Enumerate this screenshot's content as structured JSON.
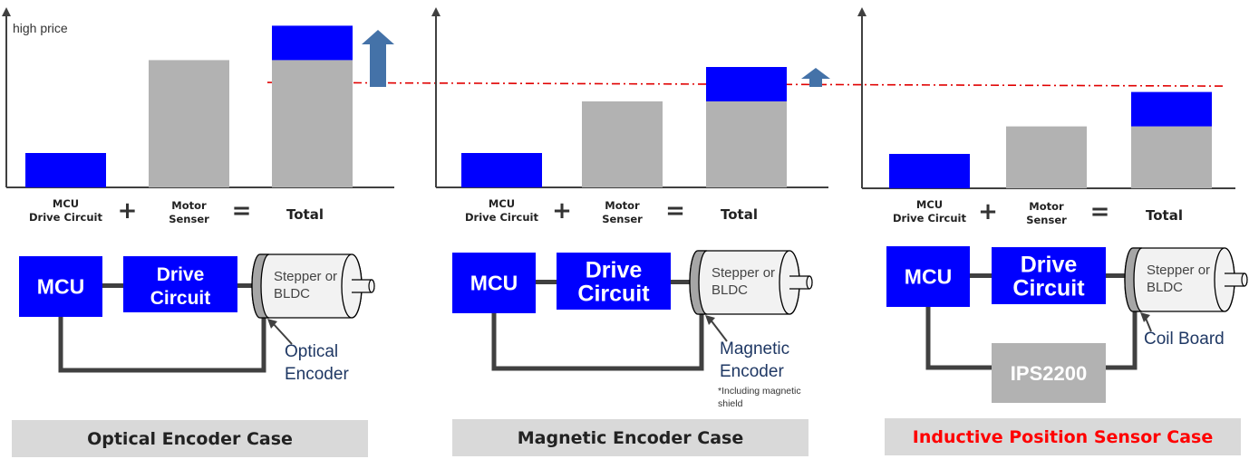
{
  "colors": {
    "mcu_drive": "#0000ff",
    "motor_sensor": "#b2b2b2",
    "axis": "#404040",
    "reference_line": "#e00000",
    "arrow": "#4472a8",
    "wire": "#404040",
    "case_band": "#d9d9d9",
    "case_text": "#222222",
    "highlight_case_text": "#ff0000",
    "encoder_text": "#1f3864"
  },
  "chart_data": [
    {
      "type": "bar",
      "stacked_total": true,
      "title": "Optical Encoder Case",
      "y_axis_label": "high price",
      "categories": [
        "MCU\nDrive Circuit",
        "Motor\nSenser",
        "Total"
      ],
      "operators": [
        "+",
        "="
      ],
      "series": [
        {
          "name": "MCU / Drive Circuit",
          "values": [
            1.0,
            0,
            1.0
          ]
        },
        {
          "name": "Motor + Sensor",
          "values": [
            0,
            3.7,
            3.7
          ]
        }
      ],
      "ylim": [
        0,
        5.4
      ],
      "reference_line": 3.05,
      "cost_change": "increase-large"
    },
    {
      "type": "bar",
      "stacked_total": true,
      "title": "Magnetic Encoder Case",
      "y_axis_label": "",
      "categories": [
        "MCU\nDrive Circuit",
        "Motor\nSenser",
        "Total"
      ],
      "operators": [
        "+",
        "="
      ],
      "series": [
        {
          "name": "MCU / Drive Circuit",
          "values": [
            1.0,
            0,
            1.0
          ]
        },
        {
          "name": "Motor + Sensor",
          "values": [
            0,
            2.5,
            2.5
          ]
        }
      ],
      "ylim": [
        0,
        5.4
      ],
      "reference_line": 3.05,
      "cost_change": "increase-small"
    },
    {
      "type": "bar",
      "stacked_total": true,
      "title": "Inductive Position Sensor Case",
      "y_axis_label": "",
      "categories": [
        "MCU\nDrive Circuit",
        "Motor\nSenser",
        "Total"
      ],
      "operators": [
        "+",
        "="
      ],
      "series": [
        {
          "name": "MCU / Drive Circuit",
          "values": [
            1.0,
            0,
            1.0
          ]
        },
        {
          "name": "Motor + Sensor",
          "values": [
            0,
            1.8,
            1.8
          ]
        }
      ],
      "ylim": [
        0,
        5.4
      ],
      "reference_line": 3.05,
      "cost_change": "decrease"
    }
  ],
  "panels": [
    {
      "chart": {
        "y_label": "high price",
        "cat1_line1": "MCU",
        "cat1_line2": "Drive Circuit",
        "plus": "+",
        "cat2_line1": "Motor",
        "cat2_line2": "Senser",
        "equals": "=",
        "total": "Total"
      },
      "diagram": {
        "mcu": "MCU",
        "drive_line1": "Drive",
        "drive_line2": "Circuit",
        "motor_line1": "Stepper or",
        "motor_line2": "BLDC",
        "sensor_line1": "Optical",
        "sensor_line2": "Encoder",
        "note_line1": "",
        "note_line2": "",
        "ic": ""
      },
      "case_title": "Optical Encoder Case",
      "highlight": false
    },
    {
      "chart": {
        "y_label": "",
        "cat1_line1": "MCU",
        "cat1_line2": "Drive Circuit",
        "plus": "+",
        "cat2_line1": "Motor",
        "cat2_line2": "Senser",
        "equals": "=",
        "total": "Total"
      },
      "diagram": {
        "mcu": "MCU",
        "drive_line1": "Drive",
        "drive_line2": "Circuit",
        "motor_line1": "Stepper or",
        "motor_line2": "BLDC",
        "sensor_line1": "Magnetic",
        "sensor_line2": "Encoder",
        "note_line1": "*Including magnetic",
        "note_line2": "shield",
        "ic": ""
      },
      "case_title": "Magnetic Encoder Case",
      "highlight": false
    },
    {
      "chart": {
        "y_label": "",
        "cat1_line1": "MCU",
        "cat1_line2": "Drive Circuit",
        "plus": "+",
        "cat2_line1": "Motor",
        "cat2_line2": "Senser",
        "equals": "=",
        "total": "Total"
      },
      "diagram": {
        "mcu": "MCU",
        "drive_line1": "Drive",
        "drive_line2": "Circuit",
        "motor_line1": "Stepper or",
        "motor_line2": "BLDC",
        "sensor_line1": "Coil Board",
        "sensor_line2": "",
        "note_line1": "",
        "note_line2": "",
        "ic": "IPS2200"
      },
      "case_title": "Inductive Position Sensor Case",
      "highlight": true
    }
  ]
}
